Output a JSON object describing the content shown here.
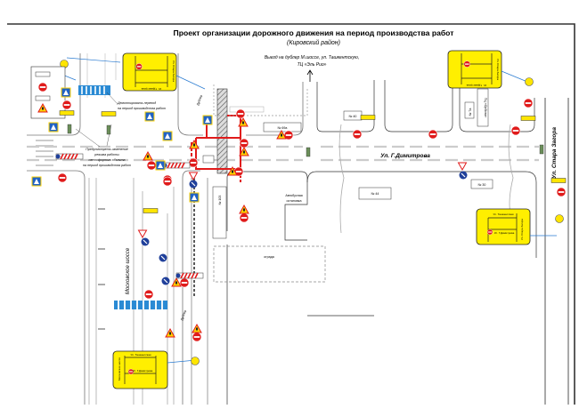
{
  "header": {
    "title": "Проект организации дорожного движения на период производства работ",
    "subtitle": "(Кировский район)",
    "exit_note_line1": "Выезд на дублер М.шоссе, ул. Ташкентскую,",
    "exit_note_line2": "ТЦ «Эль Рио»"
  },
  "streets": {
    "dimitrova": "Ул. Г.Димитрова",
    "stara_zagora": "Ул. Стара Загора",
    "moscow_highway": "Московское шоссе",
    "dubler": "Дублер",
    "dubler2": "Дублер"
  },
  "buildings": {
    "b69a": "№ 69а",
    "b40": "№ 40",
    "b44": "№ 44",
    "b30": "№ 30",
    "b7a": "№ 7а",
    "b103": "№ 103",
    "orbita": "ТЦ «Орбита»"
  },
  "labels": {
    "bus_stop_line1": "Автобусная",
    "bus_stop_line2": "остановка",
    "fence": "ограда",
    "crossing_note_line1": "Демонтировать переход",
    "crossing_note_line2": "на период производства работ",
    "signal_note_line1": "Предусмотреть изменение",
    "signal_note_line2": "режима работы",
    "signal_note_line3": "светофорного объекта",
    "signal_note_line4": "на период производства работ"
  },
  "boards": {
    "top_left": {
      "street_a": "Ул. Стара Загора",
      "street_b": "Ул. Г.Димитрова"
    },
    "top_right": {
      "street_a": "Ул. Стара Загора",
      "street_b": "Ул. Г.Димитрова"
    },
    "right": {
      "street_a": "Ул. Ташкентская",
      "street_b": "Ул. Г.Димитрова",
      "street_c": "Ул. Стара Загора"
    },
    "bottom": {
      "street_a": "Ул. Ташкентская",
      "street_b": "Ул. Г.Димитрова",
      "street_c": "Московское шоссе"
    }
  },
  "colors": {
    "work_zone": "#e01b1b",
    "board": "#ffef00",
    "crosswalk": "#2a8ad4",
    "sign_red": "#e01b1b",
    "sign_blue": "#1f3f9a"
  }
}
